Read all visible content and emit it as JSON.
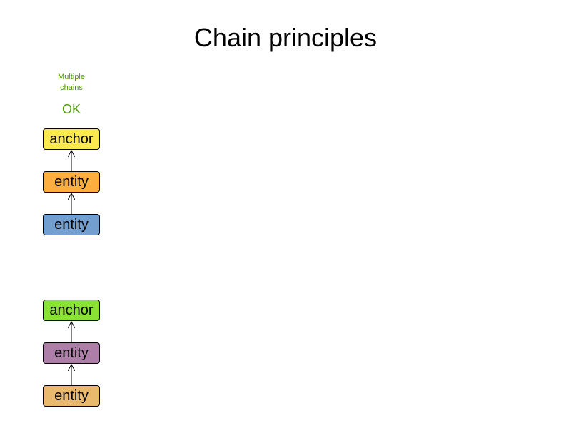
{
  "title": "Chain principles",
  "column": {
    "caption_line1": "Multiple",
    "caption_line2": "chains",
    "status": "OK",
    "status_color": "#4e9a06"
  },
  "chains": [
    {
      "nodes": [
        {
          "label": "anchor",
          "color": "#fce94f"
        },
        {
          "label": "entity",
          "color": "#fcaf3e"
        },
        {
          "label": "entity",
          "color": "#729fcf"
        }
      ]
    },
    {
      "nodes": [
        {
          "label": "anchor",
          "color": "#8ae234"
        },
        {
          "label": "entity",
          "color": "#ad7fa8"
        },
        {
          "label": "entity",
          "color": "#e9b96e"
        }
      ]
    }
  ]
}
